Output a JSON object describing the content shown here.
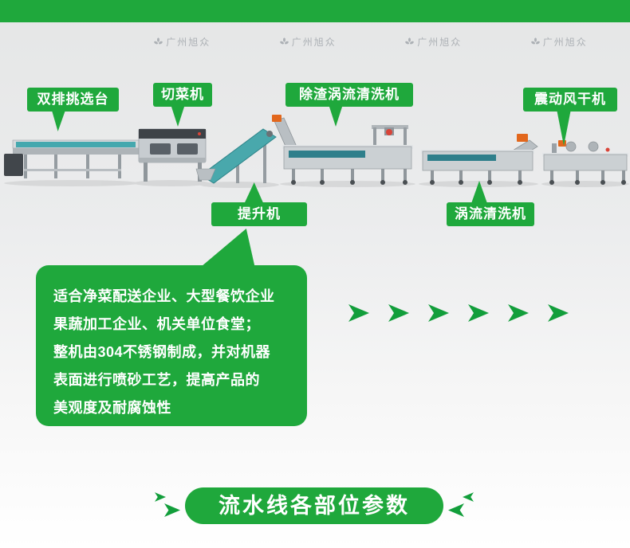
{
  "header": {
    "bar_color": "#1fa83c"
  },
  "watermark": {
    "brand": "广州旭众",
    "count": 4
  },
  "machine_labels": [
    {
      "id": "selection-table",
      "text": "双排挑选台"
    },
    {
      "id": "cutter",
      "text": "切菜机"
    },
    {
      "id": "deslag-vortex-washer",
      "text": "除渣涡流清洗机"
    },
    {
      "id": "air-dryer",
      "text": "震动风干机"
    },
    {
      "id": "elevator",
      "text": "提升机"
    },
    {
      "id": "vortex-washer",
      "text": "涡流清洗机"
    }
  ],
  "description_bubble": {
    "lines": [
      "适合净菜配送企业、大型餐饮企业",
      "果蔬加工企业、机关单位食堂；",
      "整机由304不锈钢制成，并对机器",
      "表面进行喷砂工艺，提高产品的",
      "美观度及耐腐蚀性"
    ]
  },
  "flow_arrows": {
    "count": 6,
    "direction": "right",
    "icon": "chevron-right"
  },
  "section_banner": {
    "title": "流水线各部位参数"
  },
  "colors": {
    "green": "#1fa83c",
    "arrow_green": "#129e3b",
    "belt_teal": "#45a8ae",
    "machine_gray": "#c9ced1",
    "accent_orange": "#e2671c",
    "accent_red": "#d94438"
  }
}
